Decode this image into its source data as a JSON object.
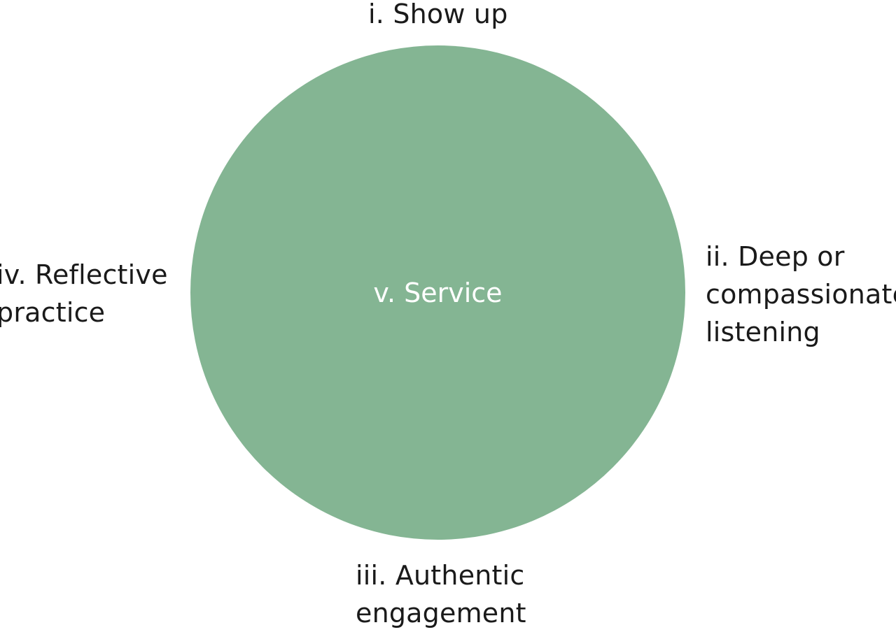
{
  "colors": {
    "circle_fill": "#84b593",
    "center_text": "#ffffff",
    "label_text": "#1a1a1a",
    "background": "#ffffff"
  },
  "center": {
    "label": "v. Service"
  },
  "labels": {
    "top": [
      "i. Show up"
    ],
    "right": [
      "ii. Deep or",
      "compassionate",
      "listening"
    ],
    "bottom": [
      "iii. Authentic",
      "engagement"
    ],
    "left": [
      "iv. Reflective",
      "practice"
    ]
  }
}
